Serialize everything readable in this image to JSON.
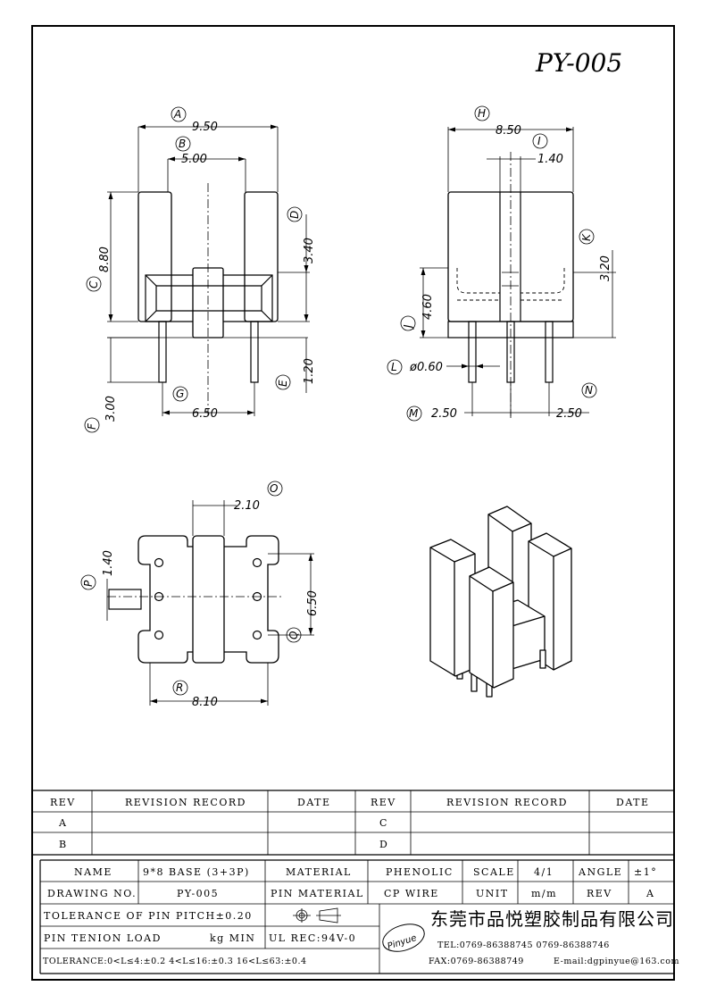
{
  "drawing": {
    "part_number": "PY-005",
    "front_view": {
      "dims": [
        {
          "label": "A",
          "value": "9.50"
        },
        {
          "label": "B",
          "value": "5.00"
        },
        {
          "label": "C",
          "value": "8.80"
        },
        {
          "label": "D",
          "value": "3.40"
        },
        {
          "label": "E",
          "value": "1.20"
        },
        {
          "label": "F",
          "value": "3.00"
        },
        {
          "label": "G",
          "value": "6.50"
        }
      ]
    },
    "side_view": {
      "dims": [
        {
          "label": "H",
          "value": "8.50"
        },
        {
          "label": "I",
          "value": "1.40"
        },
        {
          "label": "J",
          "value": "4.60"
        },
        {
          "label": "K",
          "value": "3.20"
        },
        {
          "label": "L",
          "value": "ø0.60"
        },
        {
          "label": "M",
          "value": "2.50"
        },
        {
          "label": "N",
          "value": "2.50"
        }
      ]
    },
    "bottom_view": {
      "dims": [
        {
          "label": "O",
          "value": "2.10"
        },
        {
          "label": "P",
          "value": "1.40"
        },
        {
          "label": "Q",
          "value": "6.50"
        },
        {
          "label": "R",
          "value": "8.10"
        }
      ]
    }
  },
  "revision_table": {
    "headers": {
      "rev": "REV",
      "record": "REVISION RECORD",
      "date": "DATE"
    },
    "rows": [
      "A",
      "B",
      "C",
      "D"
    ]
  },
  "title_block": {
    "name_label": "NAME",
    "name_value": "9*8 BASE (3+3P)",
    "material_label": "MATERIAL",
    "material_value": "PHENOLIC",
    "scale_label": "SCALE",
    "scale_value": "4/1",
    "angle_label": "ANGLE",
    "angle_value": "±1°",
    "drawing_no_label": "DRAWING NO.",
    "drawing_no_value": "PY-005",
    "pin_material_label": "PIN MATERIAL",
    "pin_material_value": "CP WIRE",
    "unit_label": "UNIT",
    "unit_value": "m/m",
    "rev_label": "REV",
    "rev_value": "A",
    "tolerance_pitch": "TOLERANCE OF PIN PITCH±0.20",
    "pin_tension": "PIN TENION LOAD",
    "pin_tension_value": "kg MIN",
    "ul_rec": "UL REC:94V-0",
    "tolerance_general": "TOLERANCE:0<L≤4:±0.2  4<L≤16:±0.3  16<L≤63:±0.4",
    "company_logo": "Pinyue",
    "company_name": "东莞市品悦塑胶制品有限公司",
    "tel": "TEL:0769-86388745   0769-86388746",
    "fax": "FAX:0769-86388749",
    "email": "E-mail:dgpinyue@163.com"
  }
}
